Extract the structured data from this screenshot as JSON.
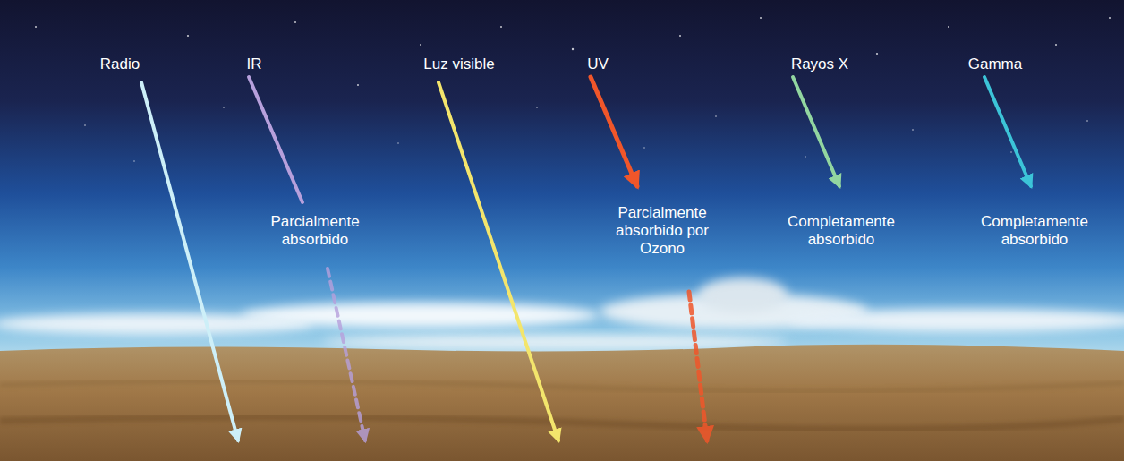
{
  "diagram": {
    "labels": [
      "Radio",
      "IR",
      "Luz visible",
      "UV",
      "Rayos X",
      "Gamma",
      "Parcialmente absorbido",
      "Parcialmente absorbido por Ozono",
      "Completamente absorbido",
      "Completamente absorbido"
    ]
  }
}
